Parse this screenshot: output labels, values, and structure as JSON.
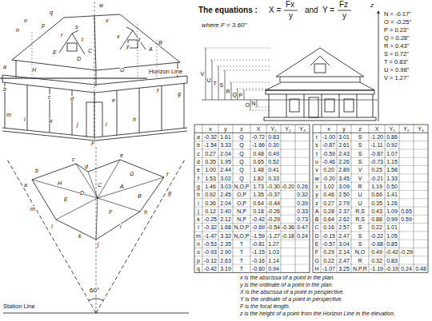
{
  "diagram": {
    "title": "The equations :",
    "labels": [
      "X =",
      "Fx",
      "y",
      "and",
      "Y =",
      "Fz",
      "y",
      "where F = 3.60\"",
      "N = -0.17\"",
      "O = -0.25\"",
      "P = 0.23\"",
      "Q = 0.28\"",
      "R = 0.43\"",
      "S = 0.72\"",
      "T = 0.83\"",
      "U = 0.98\"",
      "V = 1.27\"",
      "V",
      "U",
      "T",
      "S",
      "R",
      "Q",
      "P",
      "O",
      "N",
      "z",
      "Horizon Line",
      "Station Line",
      "60°",
      "x",
      "y",
      "z",
      "X",
      "Y₁",
      "Y₂",
      "Y₃",
      "x",
      "y",
      "z",
      "X",
      "Y₁",
      "Y₂",
      "Y₃",
      "a",
      "-0.32",
      "1.61",
      "Q",
      "-0.72",
      "0.83",
      "b",
      "-1.54",
      "3.33",
      "Q",
      "-1.66",
      "0.30",
      "c",
      "0.27",
      "2.04",
      "Q",
      "0.48",
      "0.49",
      "d",
      "0.35",
      "1.95",
      "Q",
      "0.65",
      "0.52",
      "e",
      "1.00",
      "2.44",
      "Q",
      "1.48",
      "0.41",
      "f",
      "1.53",
      "3.02",
      "Q",
      "1.82",
      "0.33",
      "g",
      "1.46",
      "3.03",
      "N,O,P",
      "1.73",
      "-0.30",
      "-0.20",
      "0.26",
      "h",
      "0.92",
      "2.45",
      "O,P",
      "1.35",
      "-0.37",
      "0.32",
      "i",
      "0.36",
      "2.04",
      "O,P",
      "0.64",
      "-0.44",
      "0.39",
      "j",
      "0.12",
      "2.40",
      "N,P",
      "0.18",
      "-0.26",
      "0.33",
      "k",
      "-0.25",
      "2.12",
      "N,P",
      "-0.42",
      "-0.29",
      "0.73",
      "l",
      "-0.32",
      "1.68",
      "N,O,P",
      "-0.69",
      "-0.54",
      "-0.36",
      "0.47",
      "m",
      "-1.47",
      "3.32",
      "N,O,P",
      "-1.59",
      "-1.27",
      "-0.18",
      "0.24",
      "n",
      "-0.53",
      "2.35",
      "T",
      "-0.81",
      "1.27",
      "o",
      "-0.93",
      "2.90",
      "T",
      "-1.15",
      "1.03",
      "p",
      "-0.12",
      "2.63",
      "T",
      "-0.16",
      "1.14",
      "q",
      "-0.42",
      "3.19",
      "T",
      "-0.60",
      "0.94",
      "r",
      "-1.00",
      "3.01",
      "S",
      "-1.20",
      "0.86",
      "s",
      "-0.87",
      "2.61",
      "S",
      "-1.11",
      "0.92",
      "t",
      "-0.59",
      "2.43",
      "S",
      "-0.87",
      "1.07",
      "u",
      "-0.46",
      "2.26",
      "S",
      "-0.73",
      "1.15",
      "v",
      "0.20",
      "2.89",
      "V",
      "0.25",
      "1.58",
      "w",
      "-0.20",
      "3.45",
      "V",
      "-0.21",
      "1.33",
      "x",
      "1.02",
      "3.09",
      "R",
      "1.19",
      "0.50",
      "y",
      "0.46",
      "2.50",
      "U",
      "0.66",
      "1.41",
      "z",
      "0.27",
      "2.79",
      "U",
      "0.35",
      "1.26",
      "A",
      "0.28",
      "2.37",
      "R,S",
      "0.43",
      "1.09",
      "0.65",
      "B",
      "0.64",
      "2.62",
      "R,S",
      "0.88",
      "0.99",
      "0.59",
      "C",
      "0.16",
      "2.57",
      "S",
      "0.22",
      "1.01",
      "D",
      "-0.15",
      "2.47",
      "S",
      "-0.22",
      "1.05",
      "E",
      "-0.57",
      "3.04",
      "S",
      "-0.68",
      "0.85",
      "F",
      "0.29",
      "2.14",
      "N,O",
      "0.49",
      "-0.42",
      "-0.29",
      "G",
      "0.22",
      "2.47",
      "R",
      "0.32",
      "0.83",
      "H",
      "-1.07",
      "3.25",
      "N,P,R",
      "-1.19",
      "-0.19",
      "0.24",
      "0.48",
      "x is the abscissa of a point in the plan.",
      "y is the ordinate of a point in the plan.",
      "X is the abscissa of a point in perspective.",
      "Y is the ordinate of a point in perspective.",
      "F is the focal length.",
      "z is the height of a point from the Horizon Line in the elevation.",
      "o",
      "n",
      "p",
      "q",
      "r",
      "s",
      "t",
      "w",
      "v",
      "x",
      "y",
      "z",
      "A",
      "B",
      "C",
      "D",
      "E",
      "a",
      "b",
      "c",
      "d",
      "e",
      "f",
      "g",
      "h",
      "i",
      "j",
      "k",
      "l",
      "m",
      "F",
      "G",
      "H",
      "a",
      "b",
      "c",
      "d",
      "e",
      "f",
      "g",
      "h",
      "i",
      "j",
      "k",
      "l",
      "m",
      "A",
      "B",
      "C",
      "D",
      "E",
      "F",
      "G",
      "H"
    ]
  }
}
